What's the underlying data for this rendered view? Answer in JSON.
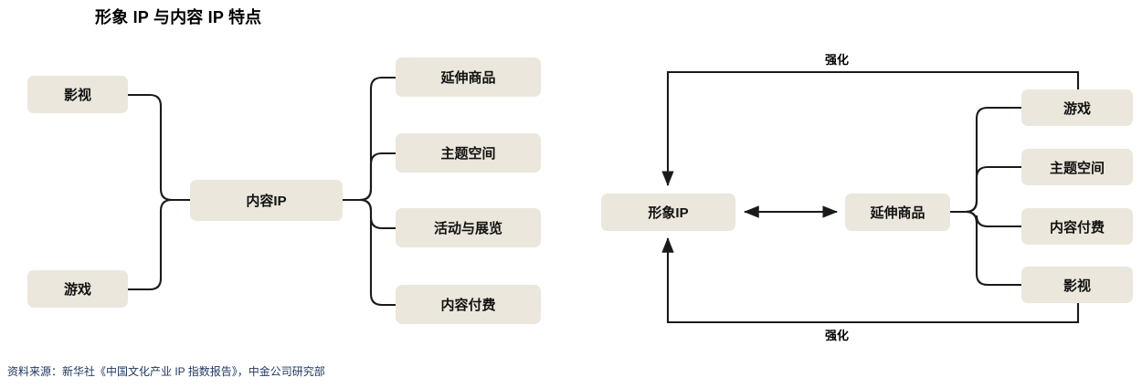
{
  "title": "形象 IP 与内容 IP 特点",
  "source_note": "资料来源：新华社《中国文化产业 IP 指数报告》，中金公司研究部",
  "colors": {
    "box_fill": "#EBE7DC",
    "line": "#1A1A1A",
    "title_text": "#000000",
    "source_text": "#1F3864",
    "background": "#FFFFFF"
  },
  "left_diagram": {
    "name": "content-ip-tree",
    "inputs": [
      {
        "id": "ys",
        "label": "影视"
      },
      {
        "id": "yx",
        "label": "游戏"
      }
    ],
    "center": {
      "id": "nrip",
      "label": "内容IP"
    },
    "outputs": [
      {
        "id": "ysc",
        "label": "延伸商品"
      },
      {
        "id": "ztkj",
        "label": "主题空间"
      },
      {
        "id": "hdzl",
        "label": "活动与展览"
      },
      {
        "id": "nrff",
        "label": "内容付费"
      }
    ]
  },
  "right_diagram": {
    "name": "image-ip-cycle",
    "primary": {
      "id": "xxip",
      "label": "形象IP"
    },
    "secondary": {
      "id": "ysc2",
      "label": "延伸商品"
    },
    "branches": [
      {
        "id": "yx2",
        "label": "游戏"
      },
      {
        "id": "ztkj2",
        "label": "主题空间"
      },
      {
        "id": "nrff2",
        "label": "内容付费"
      },
      {
        "id": "ys2",
        "label": "影视"
      }
    ],
    "edge_labels": {
      "top": "强化",
      "bottom": "强化"
    }
  }
}
